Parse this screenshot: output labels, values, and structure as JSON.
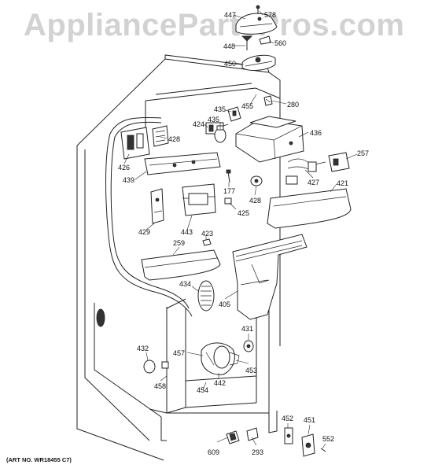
{
  "watermark": "AppliancePartsPros.com",
  "art_number": "(ART NO. WR18455 C7)",
  "labels": {
    "p447": "447",
    "p578": "578",
    "p448": "448",
    "p560": "560",
    "p450": "450",
    "p435a": "435",
    "p455": "455",
    "p280": "280",
    "p424": "424",
    "p435b": "435",
    "p428a": "428",
    "p436": "436",
    "p257": "257",
    "p426": "426",
    "p439": "439",
    "p177": "177",
    "p428b": "428",
    "p427": "427",
    "p421": "421",
    "p425": "425",
    "p429": "429",
    "p443": "443",
    "p423": "423",
    "p259": "259",
    "p434": "434",
    "p405": "405",
    "p431": "431",
    "p432": "432",
    "p457": "457",
    "p453": "453",
    "p442": "442",
    "p458": "458",
    "p454": "454",
    "p452": "452",
    "p451": "451",
    "p552": "552",
    "p609": "609",
    "p293": "293"
  }
}
